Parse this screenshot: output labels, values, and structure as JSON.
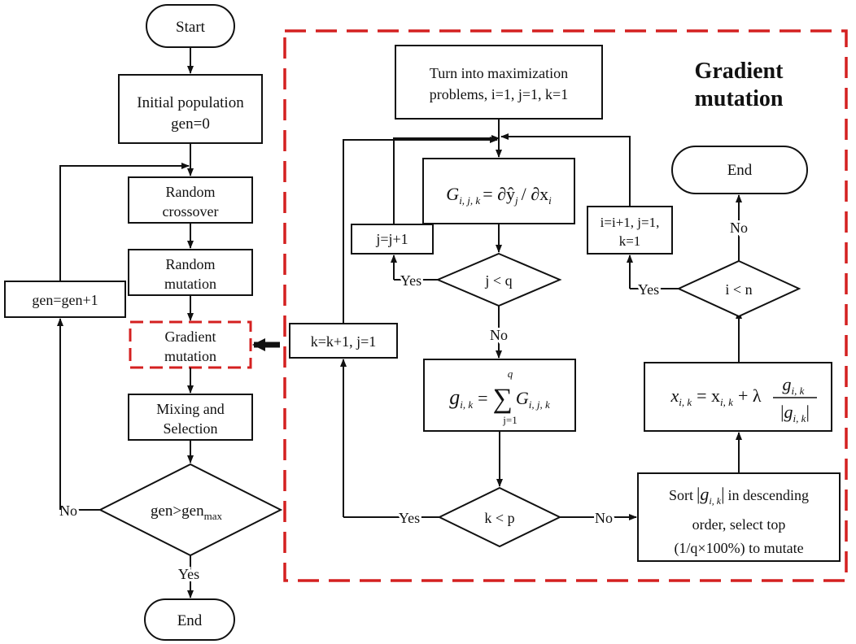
{
  "main_flow": {
    "start": "Start",
    "init_line1": "Initial population",
    "init_line2": "gen=0",
    "crossover_line1": "Random",
    "crossover_line2": "crossover",
    "mutation_line1": "Random",
    "mutation_line2": "mutation",
    "gradient_line1": "Gradient",
    "gradient_line2": "mutation",
    "mixing_line1": "Mixing and",
    "mixing_line2": "Selection",
    "decision_text": "gen>gen",
    "decision_sub": "max",
    "increment": "gen=gen+1",
    "no_label": "No",
    "yes_label": "Yes",
    "end": "End"
  },
  "gradient_panel": {
    "title_line1": "Gradient",
    "title_line2": "mutation",
    "turn_line1": "Turn into maximization",
    "turn_line2": "problems,  i=1, j=1, k=1",
    "j_increment": "j=j+1",
    "j_decision": "j < q",
    "k_increment": "k=k+1, j=1",
    "k_decision": "k < p",
    "i_increment_line1": "i=i+1,  j=1,",
    "i_increment_line2": "k=1",
    "i_decision": "i < n",
    "sort_line1_a": "Sort",
    "sort_line1_b": "in descending",
    "sort_line2": "order,   select   top",
    "sort_line3": "(1/q×100%)  to mutate",
    "end": "End",
    "yes_j": "Yes",
    "no_j": "No",
    "yes_k": "Yes",
    "no_k": "No",
    "yes_i": "Yes",
    "no_i": "No",
    "formula_G": {
      "lhs": "G",
      "lhs_sub": "i, j, k",
      "rhs": "= ∂ŷ",
      "rhs_sub": "j",
      "rhs2": "/ ∂x",
      "rhs2_sub": "i"
    },
    "formula_g": {
      "lhs": "g",
      "lhs_sub": "i, k",
      "eq": "=",
      "sum": "∑",
      "sum_top": "q",
      "sum_bottom": "j=1",
      "term": "G",
      "term_sub": "i, j, k"
    },
    "formula_x": {
      "lhs": "x",
      "lhs_sub": "i, k",
      "eq": "= x",
      "eq_sub": "i, k",
      "plus": "+ λ",
      "num": "g",
      "num_sub": "i, k",
      "den": "g",
      "den_sub": "i, k"
    },
    "sort_abs": "g",
    "sort_abs_sub": "i, k"
  }
}
